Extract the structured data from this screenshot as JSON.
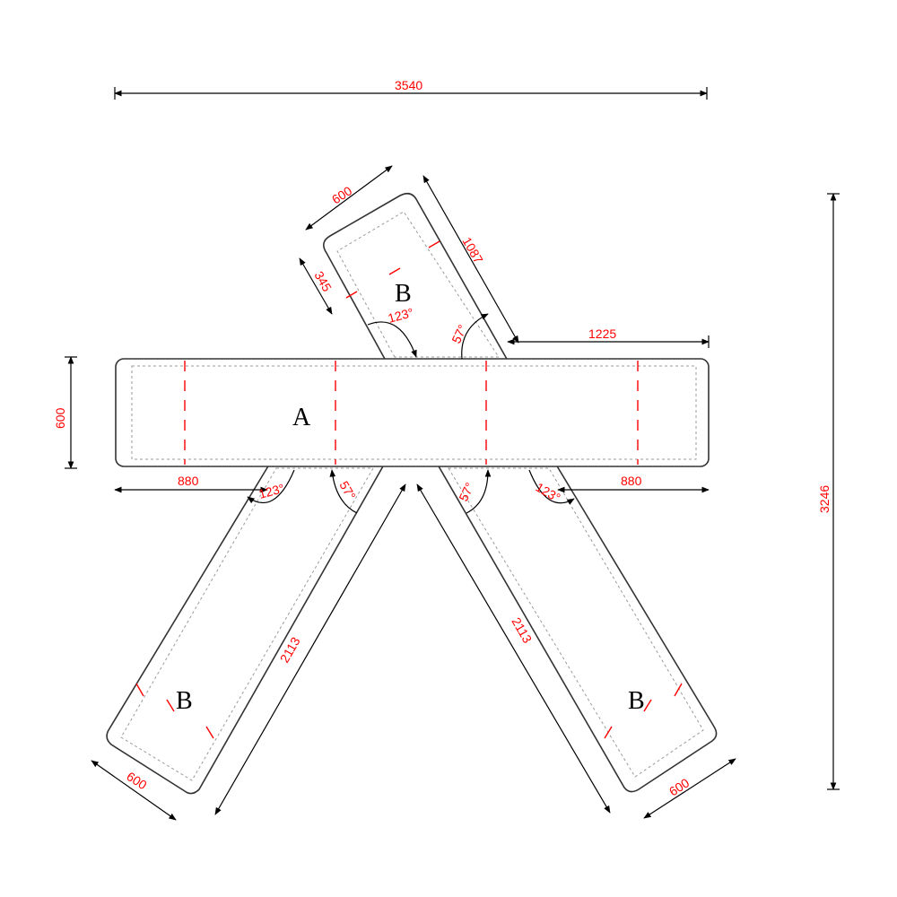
{
  "pieces": {
    "a": "A",
    "b": "B"
  },
  "dims": {
    "overall_width": "3540",
    "overall_height": "3246",
    "beam_height": "600",
    "left_end": "880",
    "right_end": "880",
    "top_right_gap": "1225",
    "top_leg_width": "600",
    "top_leg_length": "1087",
    "top_leg_offset": "345",
    "bottom_left_length": "2113",
    "bottom_right_length": "2113",
    "bottom_left_width": "600",
    "bottom_right_width": "600"
  },
  "angles": {
    "top_123": "123°",
    "top_57": "57°",
    "bl_123": "123°",
    "bl_57": "57°",
    "br_57": "57°",
    "br_123": "123°"
  },
  "colors": {
    "dimension_text": "#ff0000",
    "seam": "#ff0000",
    "outline": "#333333"
  }
}
